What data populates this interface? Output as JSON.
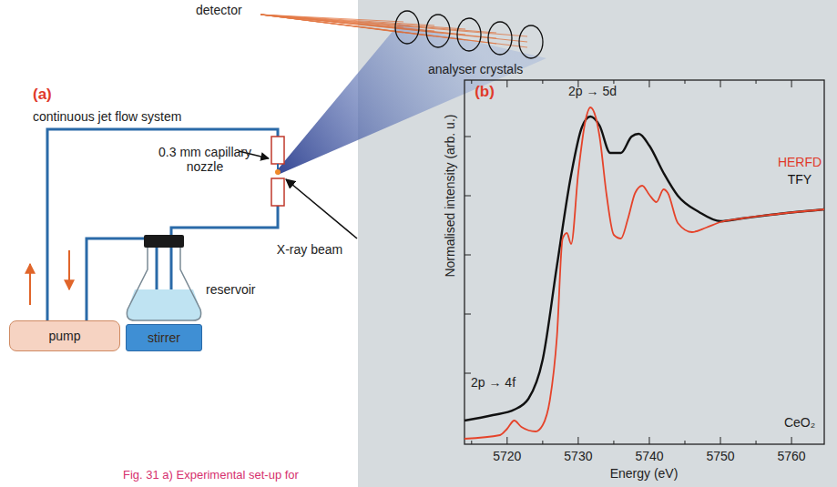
{
  "diagram": {
    "nodes": [
      {
        "text": [
          "pump"
        ]
      },
      {
        "text": [
          "stirrer"
        ]
      }
    ],
    "labels": [
      "detector",
      "(a)",
      "continuous jet flow system",
      "0.3 mm capillary nozzle",
      "X-ray beam",
      "analyser crystals",
      "reservoir",
      "(b)",
      "2p → 5d",
      "2p → 4f",
      "HERFD",
      "TFY",
      "CeO₂",
      "Normalised intensity (arb. u.)",
      "5720",
      "5730",
      "5740",
      "5750",
      "5760",
      "Energy (eV)",
      "Fig. 31 a) Experimental set-up for"
    ]
  }
}
